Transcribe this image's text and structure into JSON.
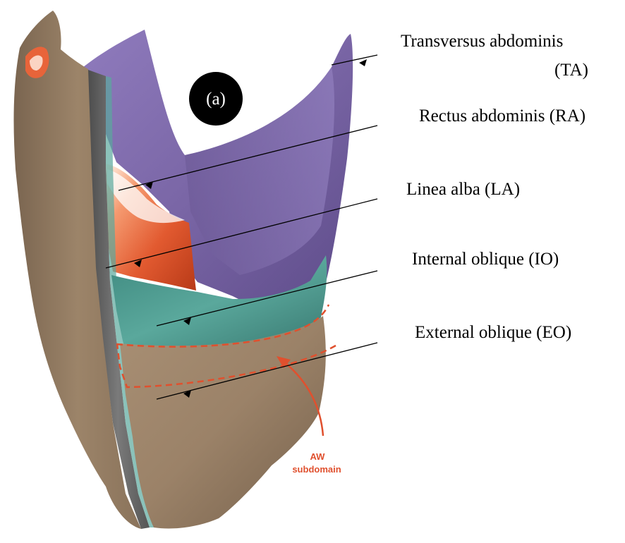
{
  "panel_label": "(a)",
  "labels": {
    "ta_line1": "Transversus abdominis",
    "ta_line2": "(TA)",
    "ra": "Rectus abdominis (RA)",
    "la": "Linea alba (LA)",
    "io": "Internal oblique (IO)",
    "eo": "External oblique (EO)"
  },
  "annotation": {
    "line1": "AW",
    "line2": "subdomain"
  },
  "colors": {
    "transversus": "#7e6aa8",
    "rectus": "#e8643a",
    "linea_alba": "#6b6b6b",
    "internal_oblique": "#4f9a90",
    "external_oblique": "#9a8168",
    "annotation": "#e0502e"
  }
}
